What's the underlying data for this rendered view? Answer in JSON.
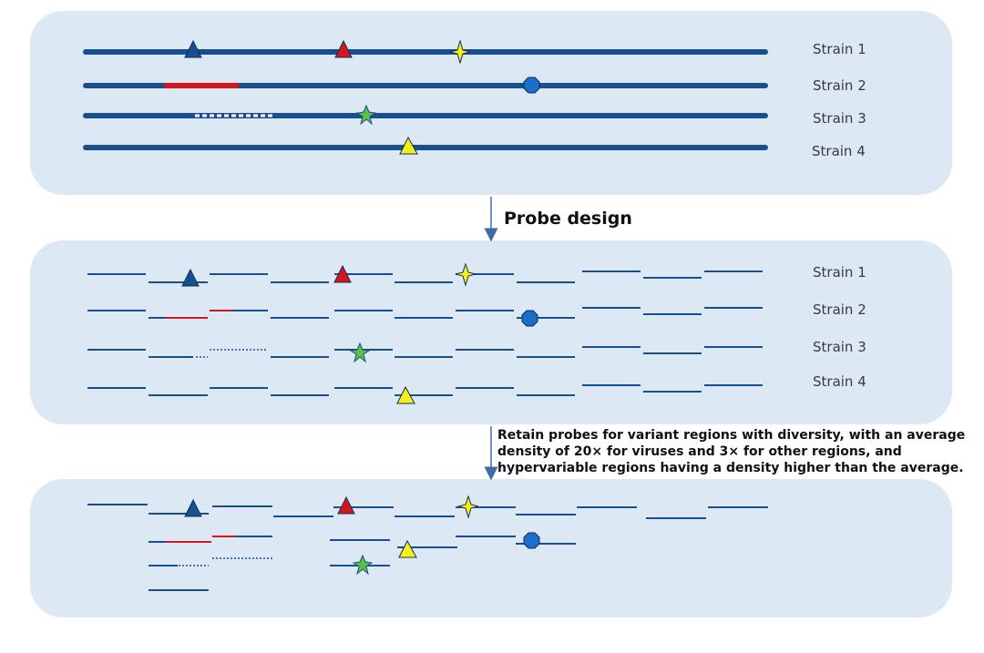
{
  "panel1": {
    "strains": [
      "Strain 1",
      "Strain 2",
      "Strain 3",
      "Strain 4"
    ]
  },
  "panel2": {
    "strains": [
      "Strain 1",
      "Strain 2",
      "Strain 3",
      "Strain 4"
    ]
  },
  "steps": {
    "probe_design": "Probe design",
    "retain_lines": [
      "Retain probes for variant regions with diversity, with an average",
      "density of 20× for viruses and 3× for other regions, and",
      "hypervariable regions having a density higher than the average."
    ]
  },
  "colors": {
    "panel_bg": "#dde8f5",
    "strand": "#1a4f8f",
    "red": "#d4171d",
    "yellow": "#f7ef1c",
    "green": "#5cbf3f",
    "blue_marker": "#1a6fc9",
    "arrow": "#3d6aa8"
  },
  "markers": {
    "shapes": [
      "blue-triangle",
      "red-triangle",
      "yellow-star",
      "blue-octagon",
      "green-star",
      "yellow-triangle"
    ]
  }
}
